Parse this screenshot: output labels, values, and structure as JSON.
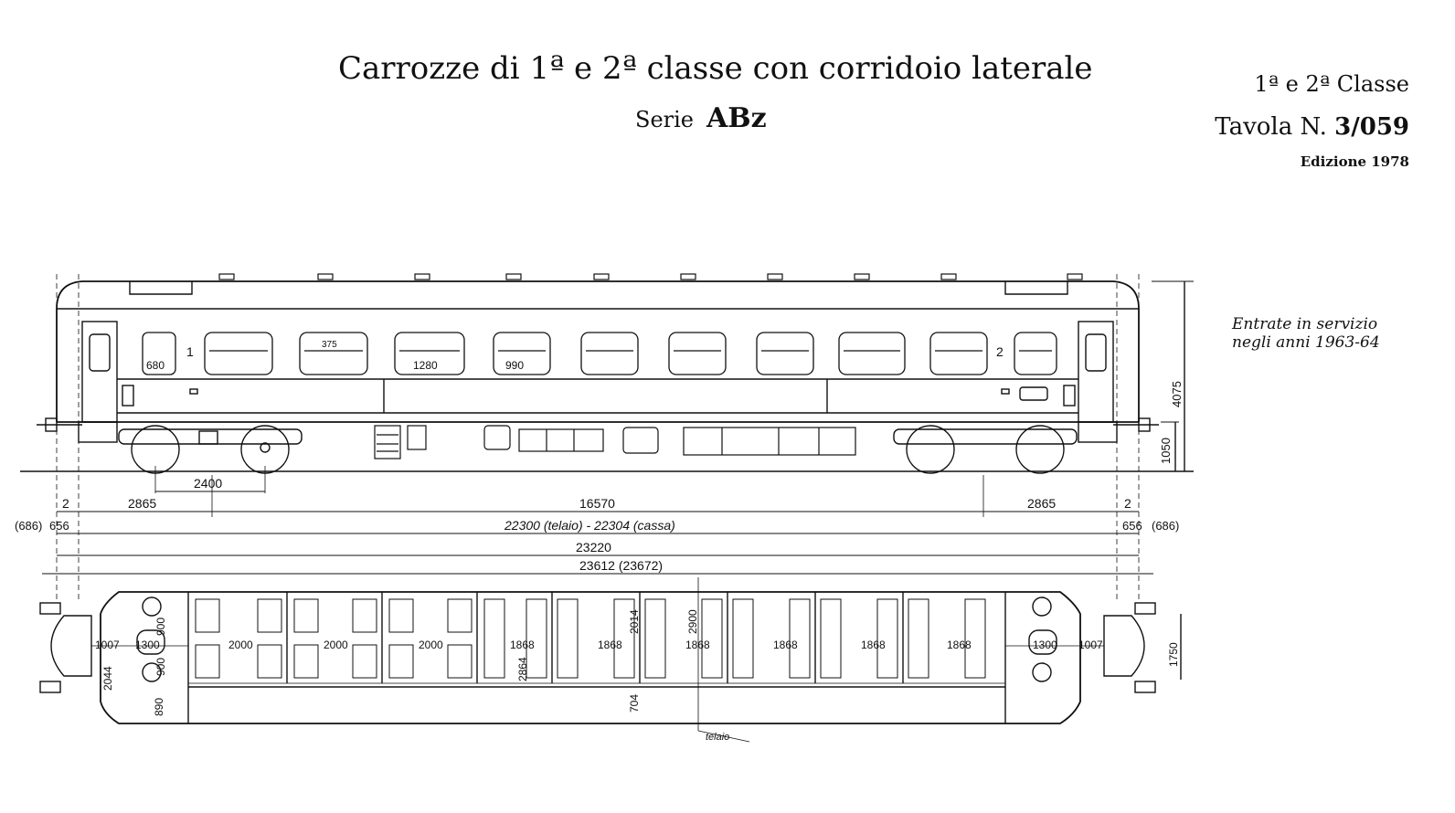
{
  "header": {
    "title": "Carrozze di 1ª e 2ª classe con corridoio laterale",
    "serie_label": "Serie",
    "serie_code": "ABz",
    "class_label": "1ª e 2ª Classe",
    "tavola_label": "Tavola N.",
    "tavola_number": "3/059",
    "edition": "Edizione 1978"
  },
  "note": {
    "line1": "Entrate in servizio",
    "line2": "negli anni 1963-64"
  },
  "side_view": {
    "compartment_labels": [
      "1",
      "2"
    ],
    "window_dims": [
      "680",
      "375",
      "1280",
      "990"
    ],
    "height_total": "4075",
    "floor_height": "1050",
    "bogie_wheelbase": "2400"
  },
  "longitudinal_dims": {
    "end_gap_left": "2",
    "end_gap_right": "2",
    "bogie_overhang_left": "2865",
    "bogie_overhang_right": "2865",
    "bogie_centres": "16570",
    "buffer_left": "656",
    "buffer_left_alt": "(686)",
    "buffer_right": "656",
    "buffer_right_alt": "(686)",
    "frame_body": "22300 (telaio) - 22304 (cassa)",
    "over_body": "23220",
    "over_buffers": "23612 (23672)"
  },
  "plan_view": {
    "dims": [
      "1007",
      "1300",
      "900",
      "900",
      "2000",
      "2000",
      "2000",
      "1868",
      "1868",
      "1868",
      "1868",
      "1868",
      "1868",
      "2014",
      "2900",
      "2864",
      "704",
      "890",
      "2044",
      "1300",
      "1007",
      "1750"
    ],
    "frame_label": "telaio"
  }
}
